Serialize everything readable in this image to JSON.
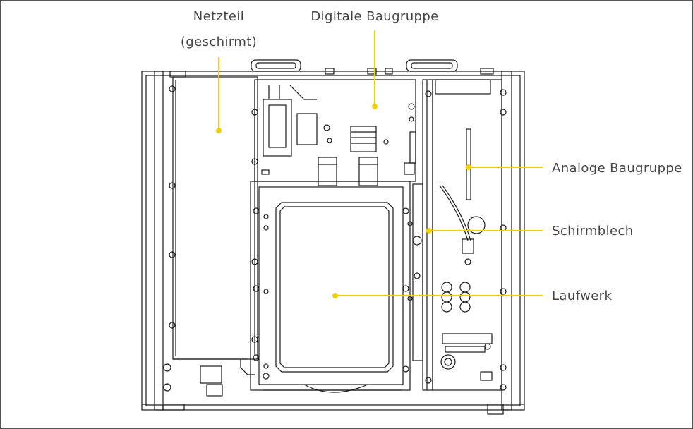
{
  "labels": {
    "netzteil_line1": "Netzteil",
    "netzteil_line2": "(geschirmt)",
    "digital": "Digitale Baugruppe",
    "analog": "Analoge Baugruppe",
    "schirmblech": "Schirmblech",
    "laufwerk": "Laufwerk"
  },
  "colors": {
    "callout": "#f5d000",
    "drawing": "#1a1a1a",
    "text": "#444444",
    "frame": "#555555"
  }
}
